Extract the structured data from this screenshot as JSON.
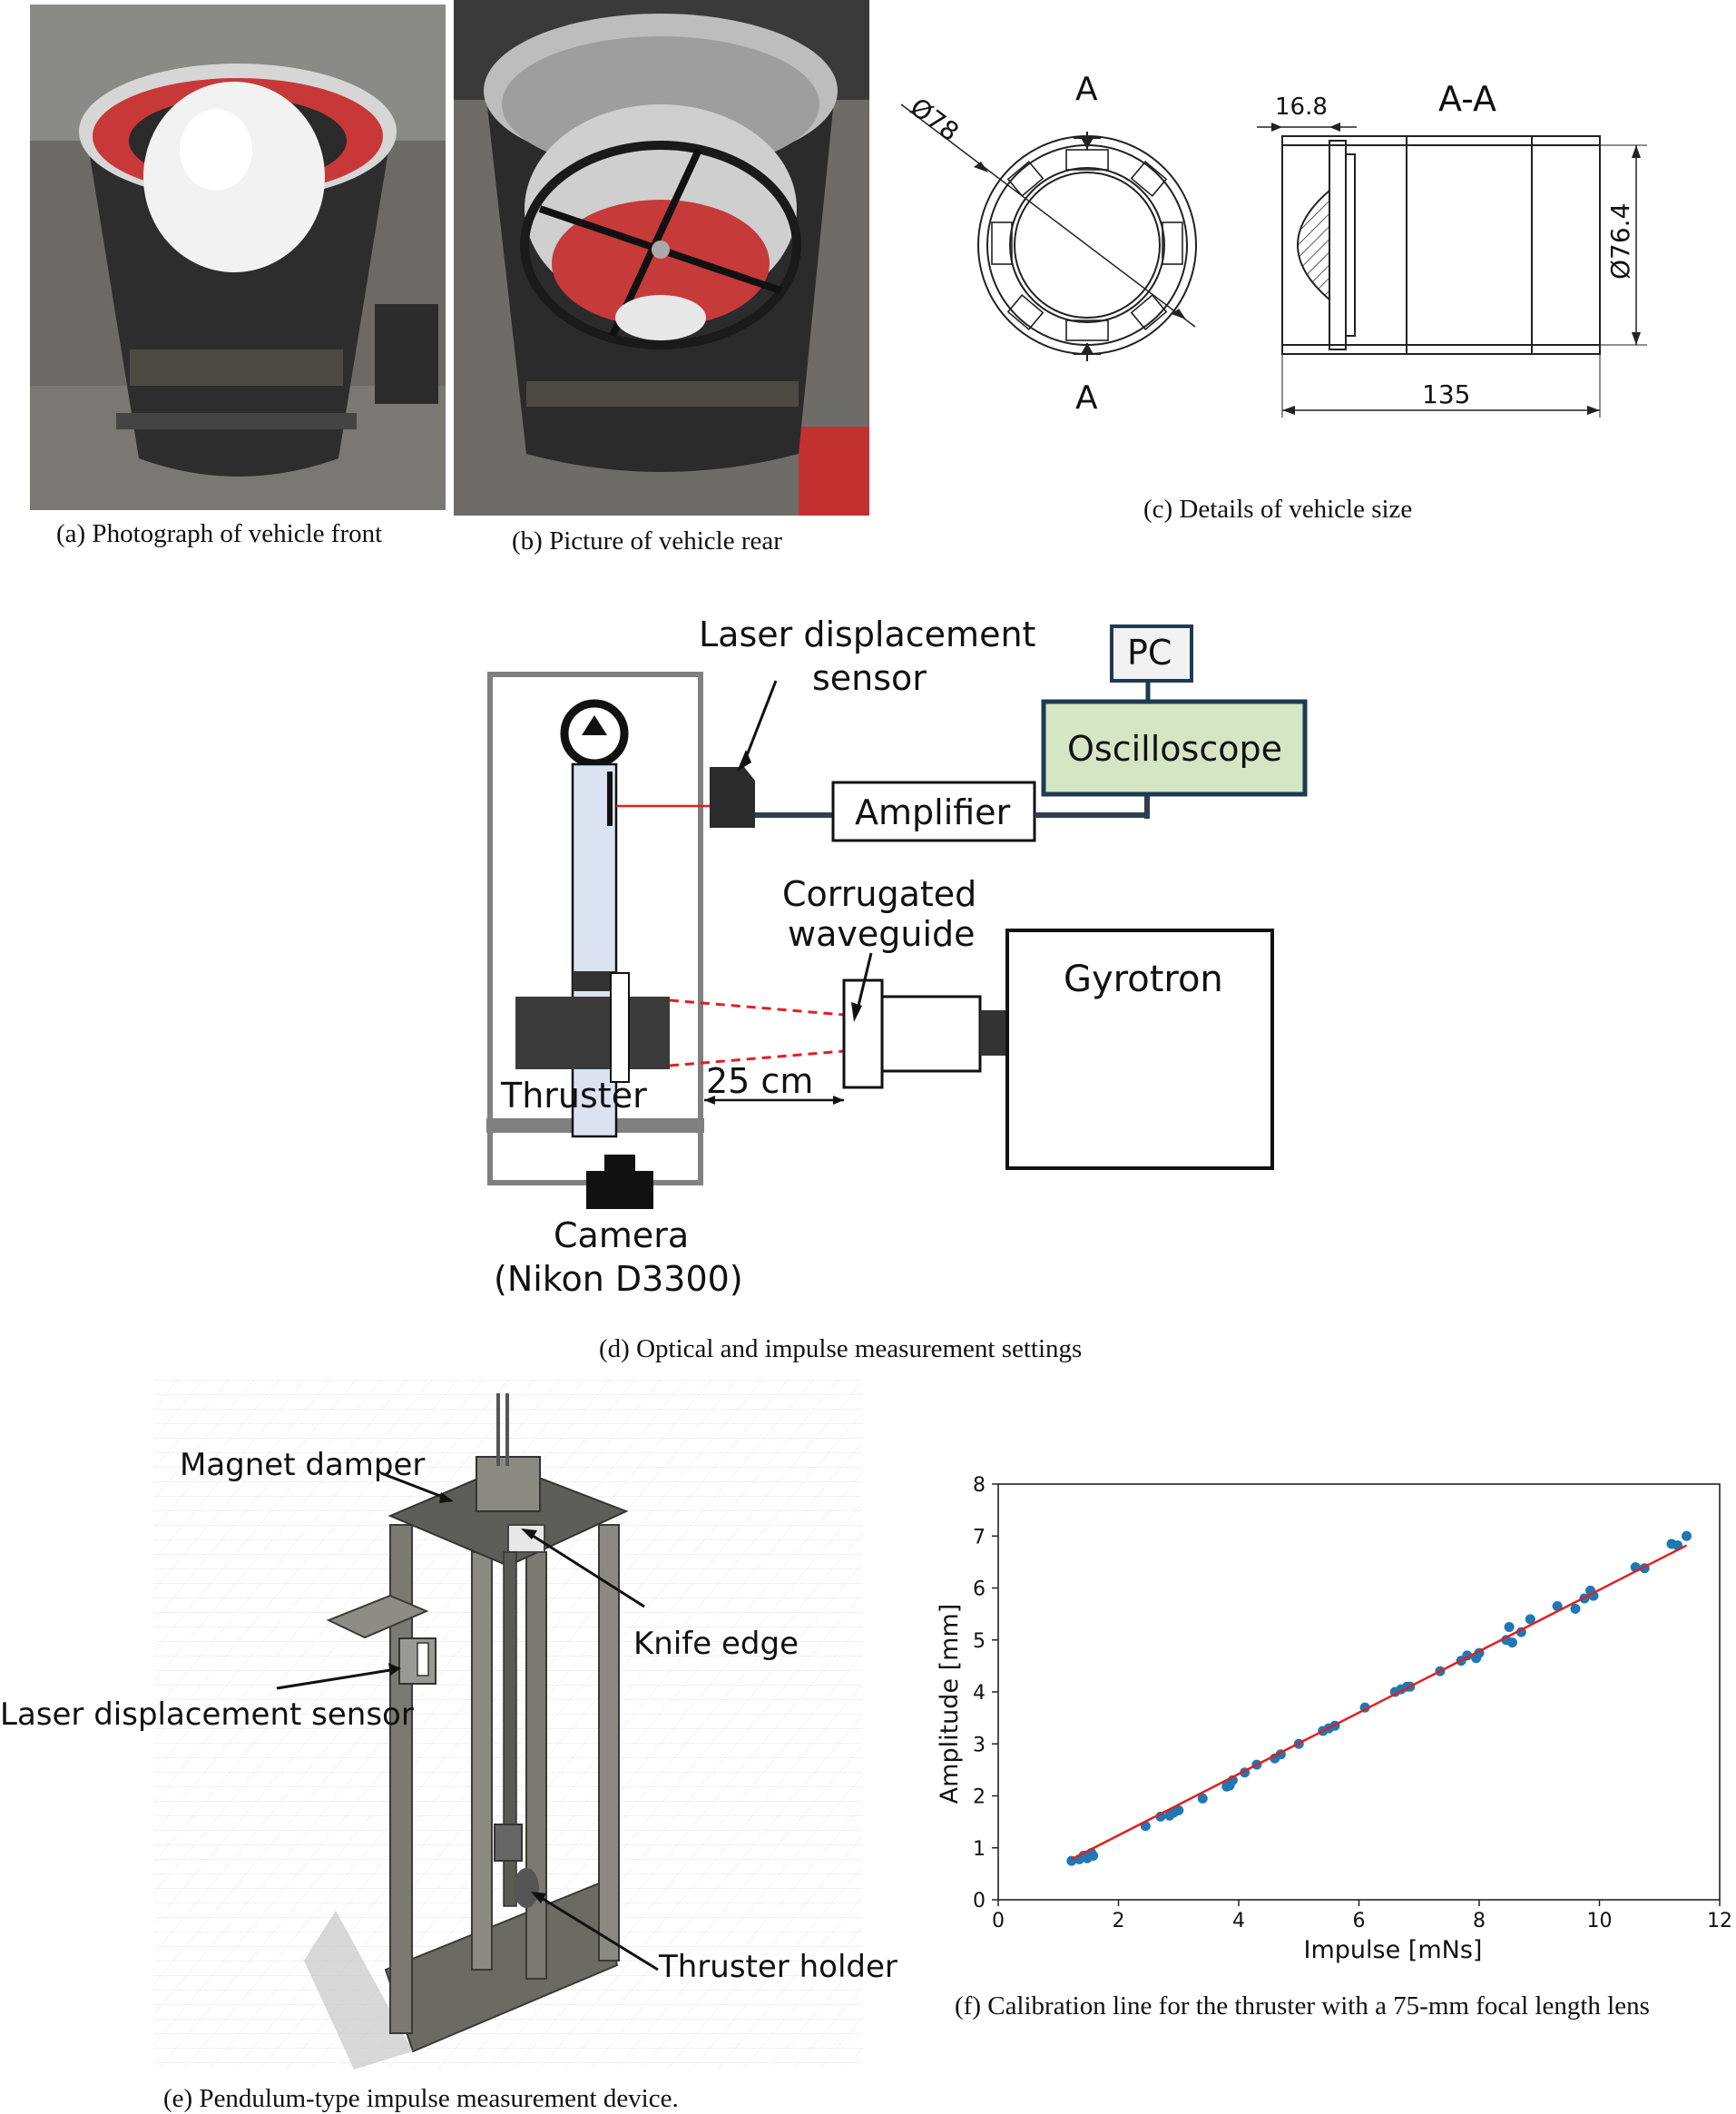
{
  "panels": {
    "a": {
      "caption": "(a) Photograph of vehicle front"
    },
    "b": {
      "caption": "(b) Picture of vehicle rear"
    },
    "c": {
      "caption": "(c) Details of vehicle size",
      "section_mark": "A",
      "section_title": "A-A",
      "dim_outer": "Ø78",
      "dim_depth": "16.8",
      "dim_inner": "Ø76.4",
      "dim_length": "135"
    },
    "d": {
      "caption": "(d) Optical and impulse measurement settings",
      "labels": {
        "laser_line1": "Laser displacement",
        "laser_line2": "sensor",
        "pc": "PC",
        "oscilloscope": "Oscilloscope",
        "amplifier": "Amplifier",
        "corrugated_line1": "Corrugated",
        "corrugated_line2": "waveguide",
        "gyrotron": "Gyrotron",
        "thruster": "Thruster",
        "distance": "25 cm",
        "camera_line1": "Camera",
        "camera_line2": "(Nikon D3300)"
      },
      "colors": {
        "oscilloscope_fill": "#d4e6c3",
        "box_stroke": "#1f3a52",
        "beam": "#e02020",
        "pendulum_fill": "#dbe3f3"
      }
    },
    "e": {
      "caption": "(e) Pendulum-type impulse measurement device.",
      "labels": {
        "magnet_damper": "Magnet damper",
        "knife_edge": "Knife edge",
        "laser_sensor": "Laser displacement sensor",
        "thruster_holder": "Thruster holder"
      }
    },
    "f": {
      "caption": "(f) Calibration line for the thruster with a 75-mm focal length lens"
    }
  },
  "chart_data": {
    "type": "scatter",
    "xlabel": "Impulse [mNs]",
    "ylabel": "Amplitude [mm]",
    "xlim": [
      0,
      12
    ],
    "ylim": [
      0,
      8
    ],
    "xticks": [
      0,
      2,
      4,
      6,
      8,
      10,
      12
    ],
    "yticks": [
      0,
      1,
      2,
      3,
      4,
      5,
      6,
      7,
      8
    ],
    "grid": false,
    "series": [
      {
        "color": "#1f77b4",
        "x": [
          1.22,
          1.35,
          1.42,
          1.48,
          1.55,
          1.58,
          2.45,
          2.7,
          2.85,
          2.92,
          3.0,
          3.4,
          3.8,
          3.85,
          3.9,
          4.1,
          4.3,
          4.6,
          4.7,
          5.0,
          5.4,
          5.5,
          5.6,
          6.1,
          6.6,
          6.7,
          6.8,
          6.85,
          7.35,
          7.7,
          7.8,
          7.95,
          8.0,
          8.45,
          8.5,
          8.55,
          8.7,
          8.85,
          9.3,
          9.6,
          9.75,
          9.85,
          9.9,
          10.6,
          10.75,
          11.2,
          11.3,
          11.45
        ],
        "y": [
          0.75,
          0.78,
          0.85,
          0.8,
          0.9,
          0.85,
          1.42,
          1.6,
          1.62,
          1.68,
          1.72,
          1.95,
          2.18,
          2.2,
          2.3,
          2.45,
          2.6,
          2.72,
          2.8,
          3.0,
          3.25,
          3.3,
          3.35,
          3.7,
          4.0,
          4.05,
          4.1,
          4.1,
          4.4,
          4.6,
          4.7,
          4.65,
          4.75,
          5.0,
          5.25,
          4.95,
          5.15,
          5.4,
          5.65,
          5.6,
          5.8,
          5.95,
          5.85,
          6.4,
          6.38,
          6.85,
          6.82,
          7.0
        ]
      },
      {
        "type": "line",
        "color": "#e02020",
        "x": [
          1.22,
          11.45
        ],
        "y": [
          0.78,
          6.82
        ]
      }
    ]
  }
}
